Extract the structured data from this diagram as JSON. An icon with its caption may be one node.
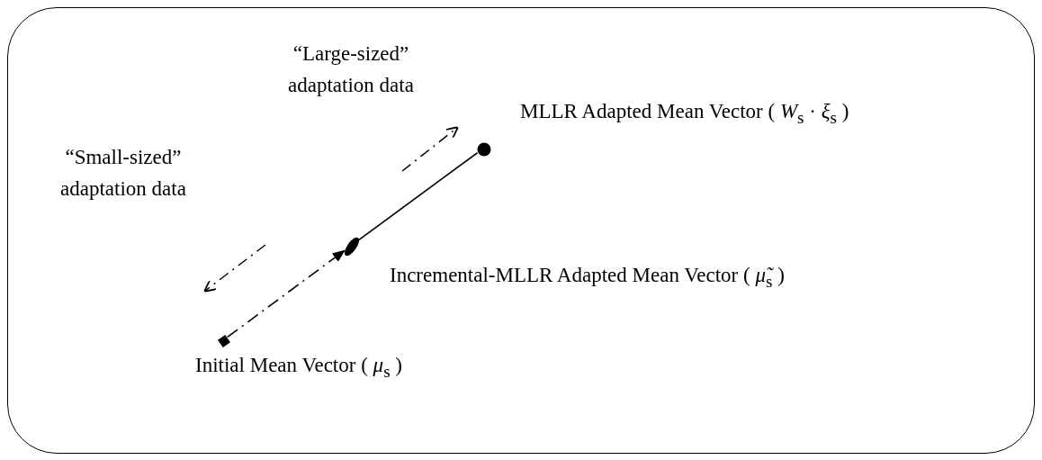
{
  "diagram": {
    "nodes": [
      {
        "text": [],
        "shape": "box"
      },
      {
        "text": [],
        "shape": "square",
        "in": 0,
        "beside": [
          "Initial Mean Vector ( *μ*$_{s}$ )"
        ]
      },
      {
        "text": [],
        "shape": "ellipse",
        "in": 0,
        "beside": [
          "Incremental-MLLR Adapted Mean Vector ( *μ̃*$_{s}$ )"
        ]
      },
      {
        "text": [],
        "shape": "circle",
        "in": 0,
        "beside": [
          "MLLR Adapted Mean Vector ( *W*$_{s}$ · *ξ*$_{s}$ )"
        ]
      }
    ],
    "edges": [
      {
        "from": 1,
        "to": 2,
        "arrow": "to",
        "style": "dashed"
      },
      {
        "from": 2,
        "to": 3,
        "arrow": "none"
      }
    ],
    "labels": [
      "“Large-sized” adaptation data",
      "“Small-sized” adaptation data"
    ]
  }
}
